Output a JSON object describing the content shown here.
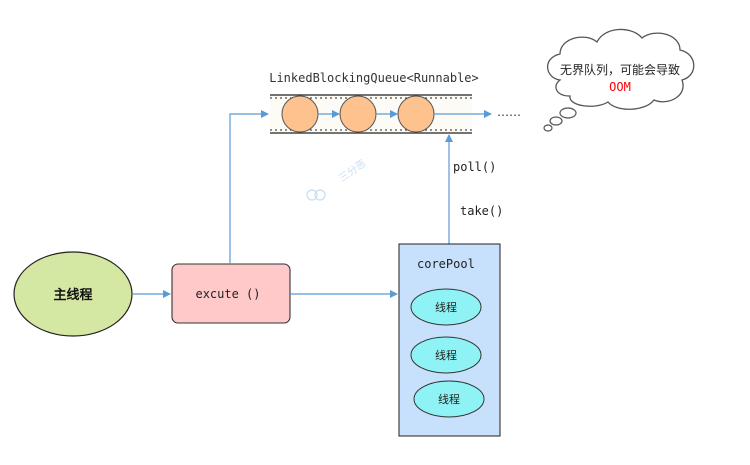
{
  "queue": {
    "label": "LinkedBlockingQueue<Runnable>",
    "ellipsis": "……"
  },
  "callout": {
    "line1": "无界队列，可能会导致",
    "line2": "OOM",
    "line2_color": "#ff0000"
  },
  "main_thread": {
    "label": "主线程"
  },
  "execute_box": {
    "label": "excute ()"
  },
  "core_pool": {
    "label": "corePool",
    "threads": [
      "线程",
      "线程",
      "线程"
    ]
  },
  "arrows": {
    "poll": "poll()",
    "take": "take()"
  },
  "watermark": {
    "text": "三分恶"
  },
  "colors": {
    "arrow": "#5b9bd5",
    "queue_ball": "#fdc28d",
    "main_thread_fill": "#d5e8a3",
    "execute_fill": "#ffc9c9",
    "pool_fill": "#c7e0fb",
    "thread_fill": "#8ff3f5"
  }
}
